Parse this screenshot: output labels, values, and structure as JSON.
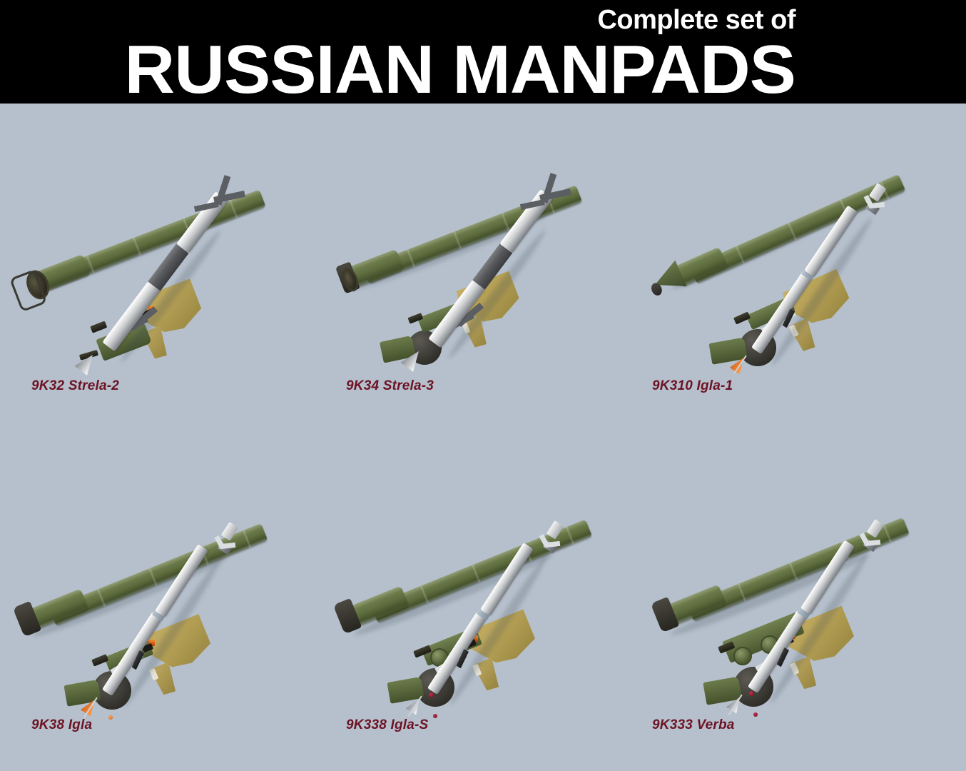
{
  "header": {
    "subtitle": "Complete set of",
    "title": "RUSSIAN MANPADS",
    "background_color": "#000000",
    "text_color": "#ffffff"
  },
  "page": {
    "background_color": "#b5c0cc",
    "label_color": "#6d1324",
    "tube_green": "#5d6c3d",
    "grip_tan": "#b5a055",
    "missile_silver": "#c9cbcd",
    "missile_dark": "#55575b",
    "nose_orange": "#d4631c"
  },
  "items": [
    {
      "label": "9K32 Strela-2",
      "name": "strela-2",
      "launcher": "green-tube-with-tan-grip",
      "missile": "silver-missile-dark-midsection-four-canards"
    },
    {
      "label": "9K34 Strela-3",
      "name": "strela-3",
      "launcher": "green-tube-with-tan-grip-and-battery-ball",
      "missile": "silver-missile-dark-midsection-four-canards"
    },
    {
      "label": "9K310 Igla-1",
      "name": "igla-1",
      "launcher": "green-tube-conical-nose-cap-battery-ball-tan-grip",
      "missile": "silver-missile-orange-nose-probe-cruciform-fins"
    },
    {
      "label": "9K38 Igla",
      "name": "igla",
      "launcher": "green-tube-battery-ball-tan-grip",
      "missile": "silver-missile-orange-nose-long-probe"
    },
    {
      "label": "9K338 Igla-S",
      "name": "igla-s",
      "launcher": "green-tube-optical-sight-battery-ball-tan-grip",
      "missile": "silver-missile-red-tip-probe"
    },
    {
      "label": "9K333 Verba",
      "name": "verba",
      "launcher": "green-tube-dual-lens-sight-battery-ball-tan-grip",
      "missile": "silver-missile-red-tip-probe"
    }
  ]
}
